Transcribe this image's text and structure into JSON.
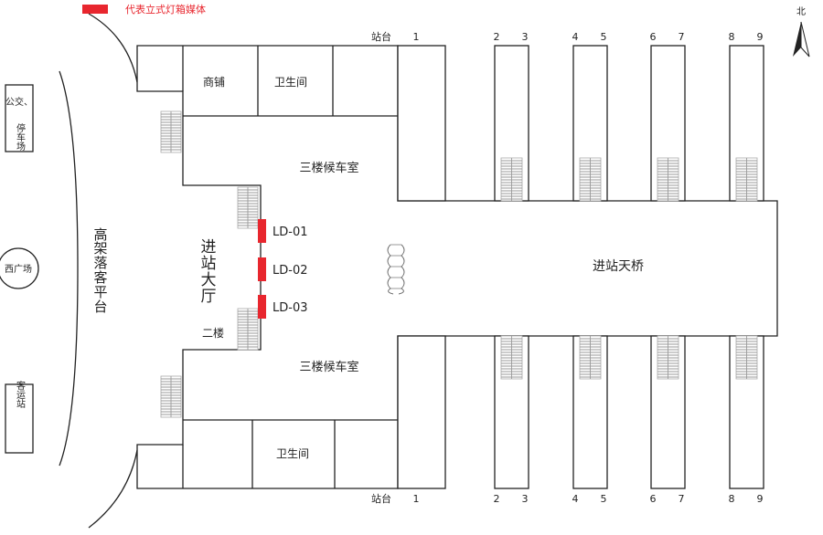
{
  "legend": {
    "text": "代表立式灯箱媒体",
    "swatch_color": "#e8262e"
  },
  "compass": {
    "label": "北",
    "icon": "north-arrow-icon"
  },
  "left_labels": {
    "bus_parking": [
      "公交、",
      "停车场"
    ],
    "west_square": "西广场",
    "passenger_station": "客运站",
    "elevated_platform": [
      "高",
      "架",
      "落",
      "客",
      "平",
      "台"
    ]
  },
  "rooms": {
    "shop": "商铺",
    "toilet_top": "卫生间",
    "toilet_bottom": "卫生间",
    "waiting_room_top": "三楼候车室",
    "waiting_room_bottom": "三楼候车室",
    "entry_hall": [
      "进",
      "站",
      "大",
      "厅"
    ],
    "second_floor": "二楼",
    "bridge": "进站天桥"
  },
  "platforms": {
    "label": "站台",
    "numbers": [
      "1",
      "2",
      "3",
      "4",
      "5",
      "6",
      "7",
      "8",
      "9"
    ]
  },
  "media": {
    "color": "#e8262e",
    "items": [
      {
        "id": "LD-01"
      },
      {
        "id": "LD-02"
      },
      {
        "id": "LD-03"
      }
    ]
  }
}
